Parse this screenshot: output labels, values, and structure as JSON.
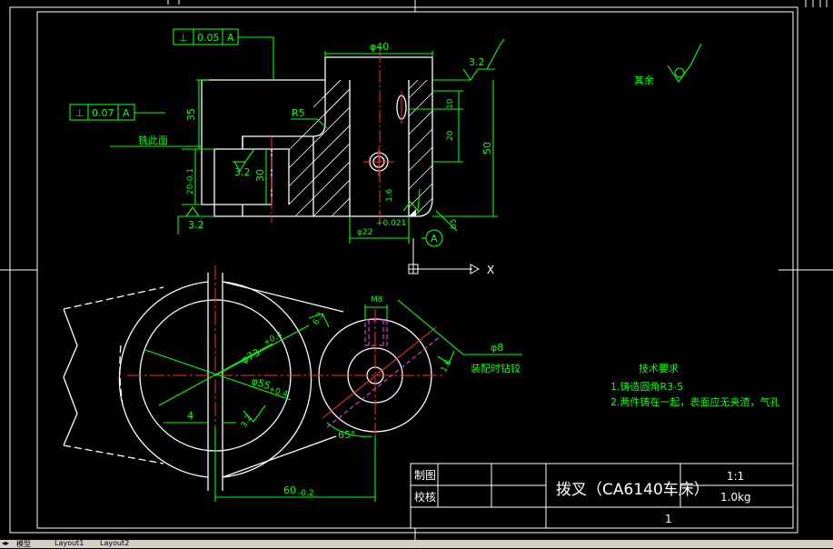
{
  "drawing": {
    "title_block": {
      "drawn_by_label": "制图",
      "checked_by_label": "校核",
      "part_name": "拨叉（CA6140车床）",
      "scale": "1:1",
      "weight": "1.0kg",
      "sheet": "1"
    },
    "top_view": {
      "flatness_frame": {
        "symbol": "⊥",
        "value": "0.05",
        "datum": "A"
      },
      "perp_frame": {
        "symbol": "⊥",
        "value": "0.07",
        "datum": "A"
      },
      "dim_diameter_40": "φ40",
      "dim_35": "35",
      "dim_R5": "R5",
      "label_milled_face": "铣此面",
      "dim_20_tol": "20-0.1",
      "dim_30": "30",
      "rough_3_2_left": "3.2",
      "rough_3_2_bottom": "3.2",
      "rough_3_2_top": "3.2",
      "dim_10": "10",
      "dim_20": "20",
      "dim_50": "50",
      "dim_bore": "φ22",
      "dim_bore_tol": "+0.021",
      "rough_1_6": "1.6",
      "datum_A": "A",
      "dim_b5": "b5",
      "remaining_label": "其余"
    },
    "bottom_view": {
      "dim_phi73": "φ73",
      "dim_phi73_tol": "+0.4",
      "dim_phi55": "φ55",
      "dim_phi55_tol": "+0.4",
      "dim_4": "4",
      "rough_3_2": "3.2",
      "rough_6_3": "6.3",
      "dim_65deg": "65°",
      "dim_M8": "M8",
      "dim_60": "60",
      "dim_60_tol": "-0.2",
      "dim_phi8": "φ8",
      "label_assembly_drill": "装配时钻铰",
      "rough_1_6": "1.6"
    },
    "tech_requirements": {
      "heading": "技术要求",
      "item1": "1.铸造圆角R3-5",
      "item2": "2.两件铸在一起，表面应无夹渣，气孔"
    },
    "ucs_label": "X"
  },
  "status_tabs": {
    "model": "模型",
    "layout1": "Layout1",
    "layout2": "Layout2"
  },
  "colors": {
    "background": "#000000",
    "geometry": "#ffffff",
    "dimension": "#00ff00",
    "centerline": "#ff2a2a",
    "hidden": "#ff44ff"
  }
}
